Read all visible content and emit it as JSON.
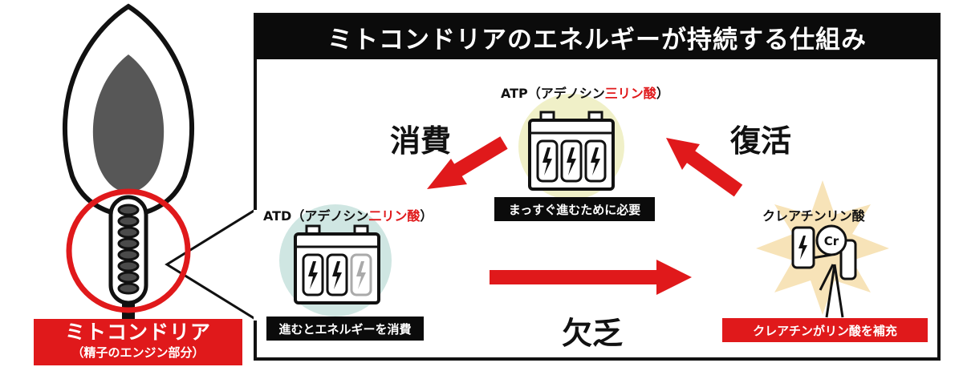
{
  "title": "ミトコンドリアのエネルギーが持続する仕組み",
  "labels": {
    "consume": "消費",
    "restore": "復活",
    "deficiency": "欠乏"
  },
  "atp": {
    "prefix": "ATP（アデノシン",
    "highlight": "三リン酸",
    "suffix": "）",
    "caption": "まっすぐ進むために必要"
  },
  "atd": {
    "prefix": "ATD（アデノシン",
    "highlight": "二リン酸",
    "suffix": "）",
    "caption": "進むとエネルギーを消費"
  },
  "creatine": {
    "title": "クレアチンリン酸",
    "symbol": "Cr",
    "caption": "クレアチンがリン酸を補充"
  },
  "mitochondria": {
    "title": "ミトコンドリア",
    "subtitle": "（精子のエンジン部分）"
  },
  "colors": {
    "accent_red": "#e0191b",
    "dark": "#0b0b0b",
    "atp_circle": "#f0f0c8",
    "atd_circle": "#cfe6e2",
    "burst": "#f7e3b8"
  }
}
